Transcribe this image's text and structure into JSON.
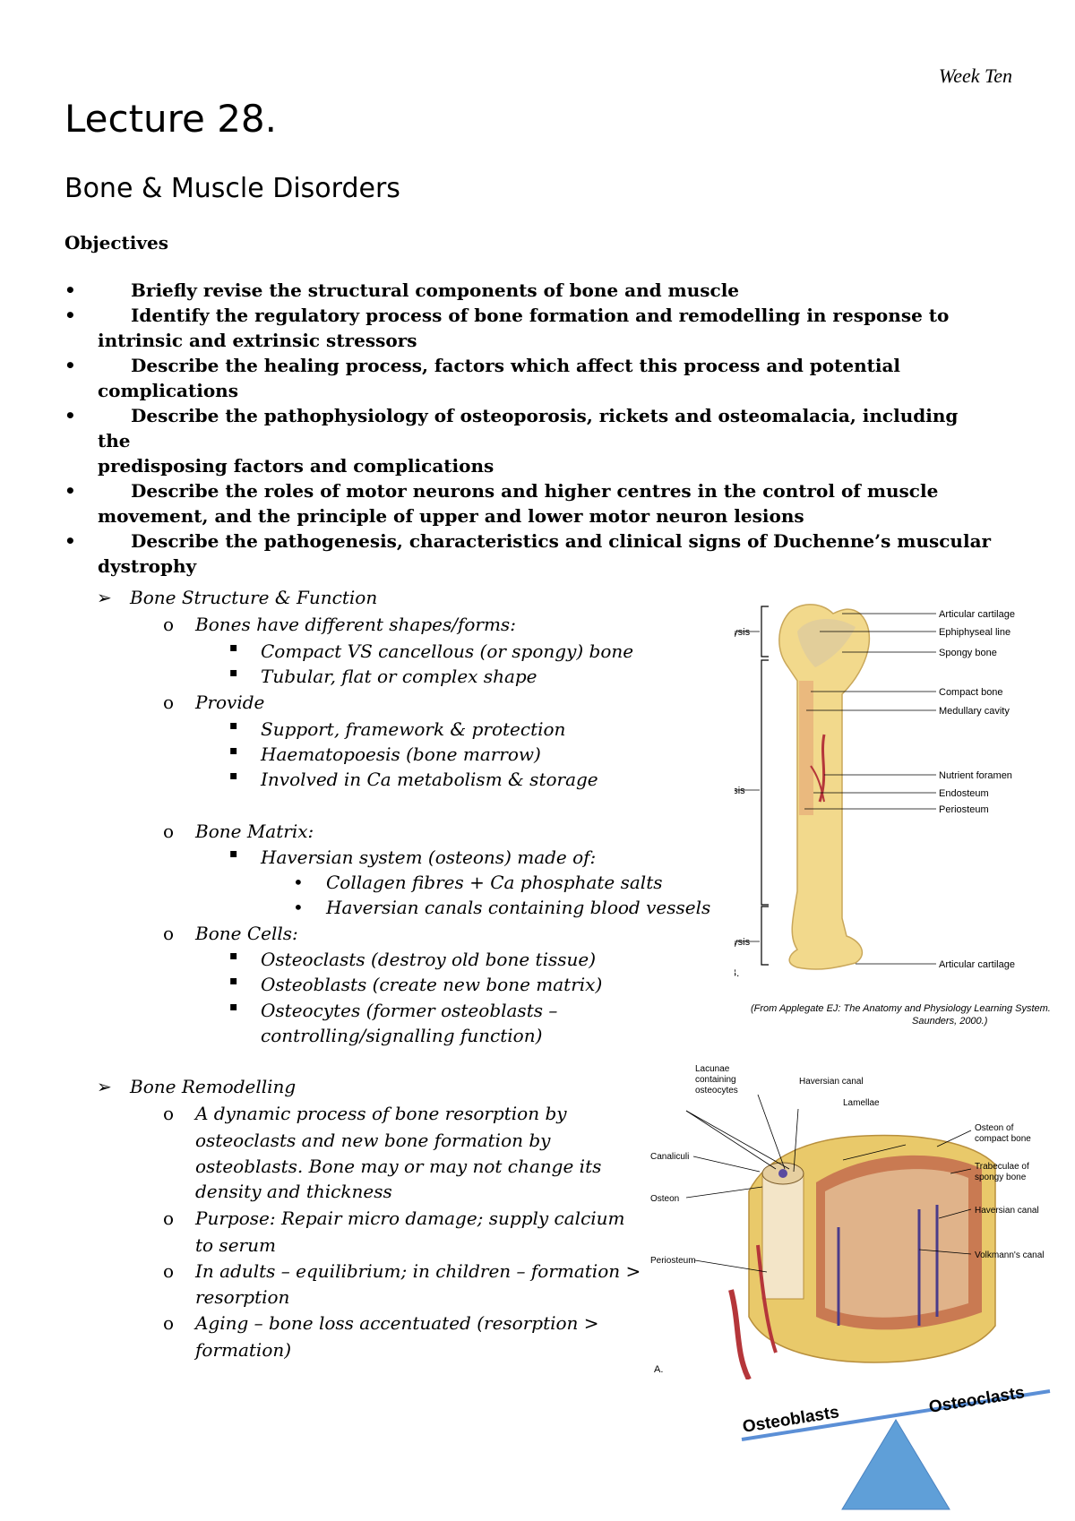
{
  "header": {
    "week": "Week Ten"
  },
  "title": "Lecture 28.",
  "subtitle": "Bone & Muscle Disorders",
  "objectives": {
    "heading": "Objectives",
    "items": [
      {
        "line1": "Briefly revise the structural components of bone and muscle",
        "line2": ""
      },
      {
        "line1": "Identify the regulatory process of bone formation and remodelling in response to",
        "line2": "intrinsic and extrinsic stressors"
      },
      {
        "line1": "Describe the healing process, factors which affect this process and potential",
        "line2": "complications"
      },
      {
        "line1": "Describe the pathophysiology of osteoporosis, rickets and osteomalacia, including the",
        "line2": "predisposing factors and complications"
      },
      {
        "line1": "Describe the roles of motor neurons and higher centres in the control of muscle",
        "line2": "movement, and the principle of upper and lower motor neuron lesions"
      },
      {
        "line1": "Describe the pathogenesis, characteristics and clinical signs of Duchenne’s muscular",
        "line2": "dystrophy"
      }
    ]
  },
  "bone_structure": {
    "heading": "Bone Structure & Function",
    "shapes": "Bones have different shapes/forms:",
    "shape_items": [
      "Compact VS cancellous (or spongy) bone",
      "Tubular, flat or complex shape"
    ],
    "provide": "Provide",
    "provide_items": [
      "Support, framework & protection",
      "Haematopoesis (bone marrow)",
      "Involved in Ca metabolism & storage"
    ],
    "matrix": "Bone Matrix:",
    "matrix_item": "Haversian system (osteons) made of:",
    "matrix_subitems": [
      "Collagen fibres + Ca phosphate salts",
      "Haversian canals containing blood vessels"
    ],
    "cells": "Bone Cells:",
    "cell_items": [
      "Osteoclasts (destroy old bone tissue)",
      "Osteoblasts (create new bone matrix)",
      "Osteocytes (former osteoblasts –",
      "controlling/signalling function)"
    ]
  },
  "bone_remodelling": {
    "heading": "Bone Remodelling",
    "items": [
      [
        "A dynamic process of bone resorption by",
        "osteoclasts and new bone formation by",
        "osteoblasts. Bone may or may not change its",
        "density and thickness"
      ],
      [
        "Purpose: Repair micro damage; supply calcium",
        "to serum"
      ],
      [
        "In adults – equilibrium; in children – formation >",
        "resorption"
      ],
      [
        "Aging – bone loss accentuated (resorption >",
        "formation)"
      ]
    ]
  },
  "femur_figure": {
    "left_labels": [
      "Epiphysis",
      "Diaphysis",
      "Epiphysis"
    ],
    "right_labels": [
      "Articular cartilage",
      "Ephiphyseal line",
      "Spongy bone",
      "Compact bone",
      "Medullary cavity",
      "Nutrient foramen",
      "Endosteum",
      "Periosteum",
      "Articular cartilage"
    ],
    "panel": "B.",
    "citation1": "(From Applegate EJ: The Anatomy and Physiology Learning System.",
    "citation2": "Saunders, 2000.)"
  },
  "osteon_figure": {
    "lacunae": [
      "Lacunae",
      "containing",
      "osteocytes"
    ],
    "haversian_top": "Haversian canal",
    "lamellae": "Lamellae",
    "canaliculi": "Canaliculi",
    "osteon": "Osteon",
    "periosteum": "Periosteum",
    "osteon_compact": [
      "Osteon of",
      "compact bone"
    ],
    "trabeculae": [
      "Trabeculae of",
      "spongy bone"
    ],
    "haversian_right": "Haversian canal",
    "volkmann": "Volkmann's canal",
    "panel": "A."
  },
  "balance": {
    "left": "Osteoblasts",
    "right": "Osteoclasts"
  },
  "colors": {
    "bone": "#f2d98c",
    "compact": "#e9c96a",
    "vessel": "#b5363a",
    "balance_bar": "#5b8fd6",
    "triangle": "#5f9fd8"
  }
}
